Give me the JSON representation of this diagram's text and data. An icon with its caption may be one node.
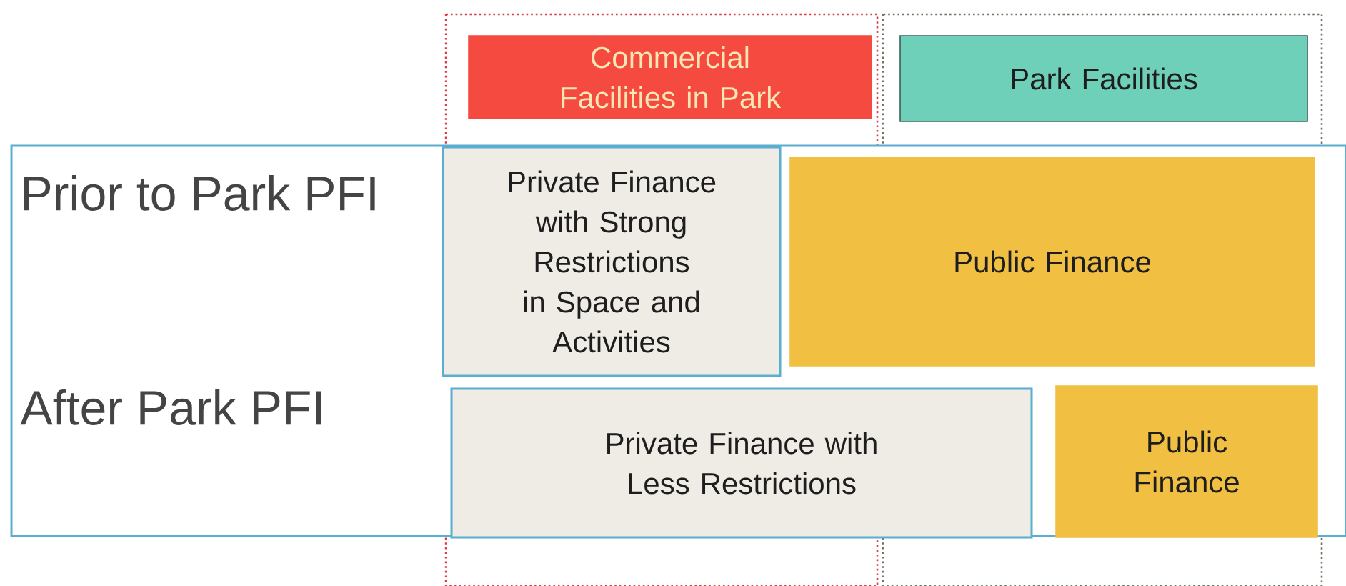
{
  "diagram": {
    "nodes": [
      {
        "text": [
          "Commercial Facilities in Park"
        ]
      },
      {
        "text": [
          "Park Facilities"
        ]
      },
      {
        "text": [
          "Prior to Park PFI",
          "After Park PFI"
        ]
      },
      {
        "text": [
          "Private Finance with Strong Restrictions in Space and Activities"
        ],
        "in": 2
      },
      {
        "text": [
          "Public Finance"
        ],
        "in": 2
      },
      {
        "text": [
          "Private Finance with Less Restrictions"
        ],
        "in": 2
      },
      {
        "text": [
          "Public Finance"
        ],
        "in": 2
      }
    ]
  }
}
